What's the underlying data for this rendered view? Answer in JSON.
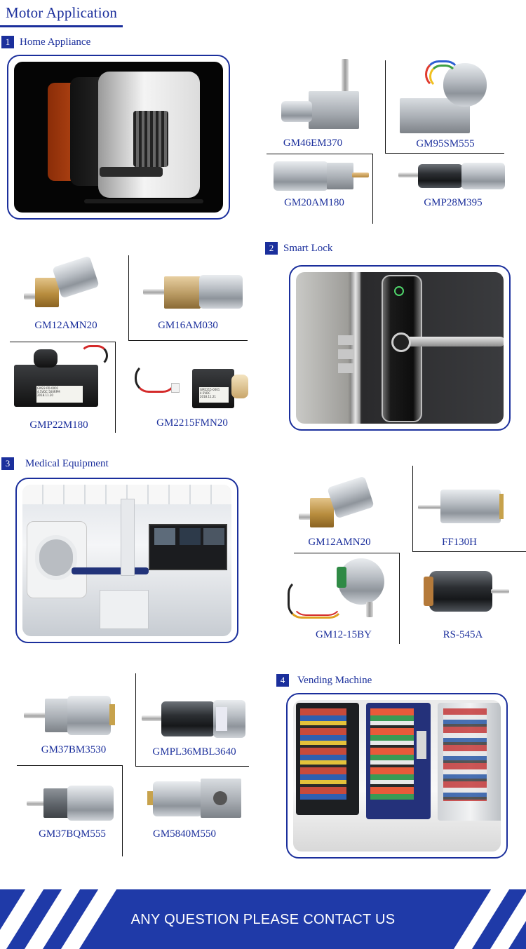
{
  "header": {
    "title": "Motor Application"
  },
  "sections": [
    {
      "num": "1",
      "label": "Home Appliance"
    },
    {
      "num": "2",
      "label": "Smart Lock"
    },
    {
      "num": "3",
      "label": "Medical Equipment"
    },
    {
      "num": "4",
      "label": "Vending Machine"
    }
  ],
  "home_appliance_motors": [
    "GM46EM370",
    "GM95SM555",
    "GM20AM180",
    "GMP28M395"
  ],
  "smart_lock_motors": [
    "GM12AMN20",
    "GM16AM030",
    "GMP22M180",
    "GM2215FMN20"
  ],
  "medical_motors": [
    "GM12AMN20",
    "FF130H",
    "GM12-15BY",
    "RS-545A"
  ],
  "vending_motors": [
    "GM37BM3530",
    "GMPL36MBL3640",
    "GM37BQM555",
    "GM5840M550"
  ],
  "footer": {
    "text": "ANY QUESTION PLEASE CONTACT US"
  },
  "colors": {
    "accent": "#1b2f9c",
    "footer_bg": "#1f3aa8"
  }
}
